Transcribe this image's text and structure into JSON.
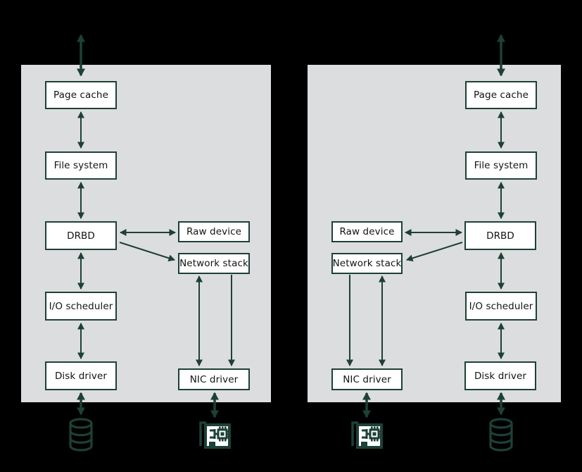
{
  "colors": {
    "background": "#000000",
    "panel_fill": "#dcddde",
    "box_fill": "#ffffff",
    "line_dark_green": "#1d4037",
    "text": "#131313"
  },
  "panels": [
    {
      "side": "left",
      "boxes": {
        "page_cache": "Page cache",
        "file_system": "File system",
        "drbd": "DRBD",
        "io_scheduler": "I/O scheduler",
        "disk_driver": "Disk driver",
        "raw_device": "Raw device",
        "network_stack": "Network stack",
        "nic_driver": "NIC driver"
      },
      "icons": [
        "disk-icon",
        "nic-icon"
      ]
    },
    {
      "side": "right",
      "boxes": {
        "page_cache": "Page cache",
        "file_system": "File system",
        "drbd": "DRBD",
        "io_scheduler": "I/O scheduler",
        "disk_driver": "Disk driver",
        "raw_device": "Raw device",
        "network_stack": "Network stack",
        "nic_driver": "NIC driver"
      },
      "icons": [
        "nic-icon",
        "disk-icon"
      ]
    }
  ]
}
